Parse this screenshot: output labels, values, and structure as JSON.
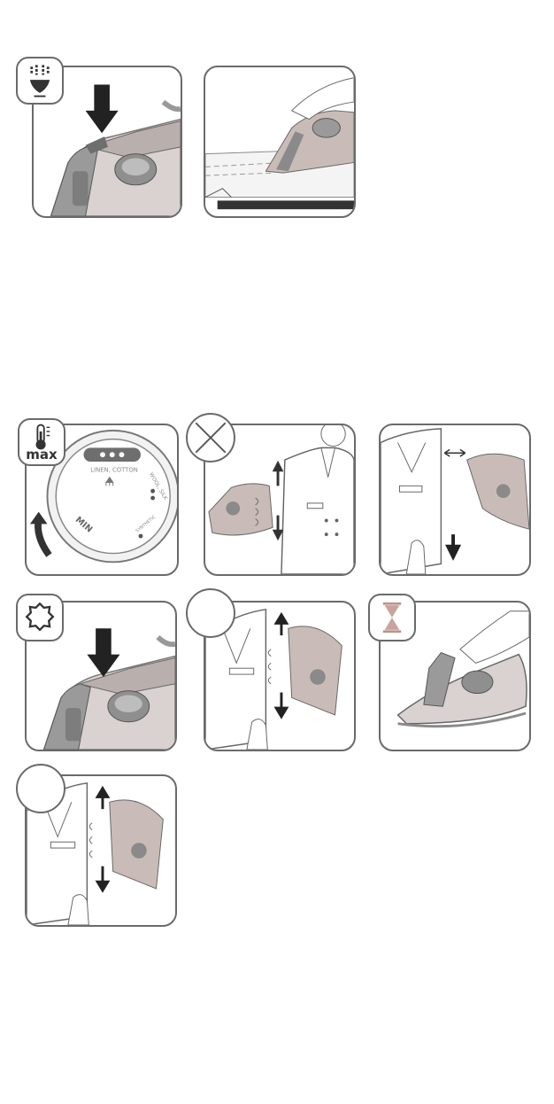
{
  "badges": {
    "steam_burst_icon": "steam-burst-icon",
    "max_label": "max",
    "cross_icon": "cross-icon",
    "anticalc_icon": "anticalc-icon",
    "hourglass_icon": "hourglass-icon"
  },
  "dial": {
    "top_label": "LINEN, COTTON",
    "right_label": "WOOL, SILK",
    "bottom_right_label": "SYNTHETIC",
    "min_label": "MIN"
  },
  "colors": {
    "outline": "#6a6a6a",
    "iron_body": "#c9bcb8",
    "iron_dark": "#8a8a8a",
    "hourglass": "#c9a49a"
  }
}
